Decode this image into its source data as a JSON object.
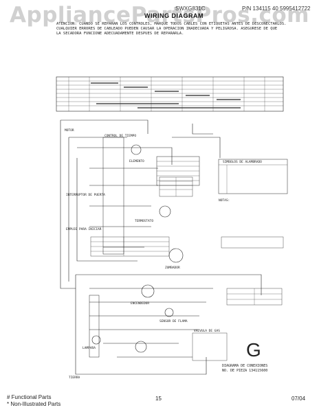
{
  "watermark": "AppliancePartsPros.com",
  "header": {
    "model": "SWXG831C",
    "part_ref": "P/N 134115 40  5995412722",
    "title": "WIRING DIAGRAM"
  },
  "warning_text": "ATENCION: CUANDO SE REPARAN LOS CONTROLES, MARQUE TODOS CABLES CON ETIQUETAS ANTES DE DESCONECTARLOS.\nCUALQUIER ERRORES DE CABLEADO PUEDEN CAUSAR LA OPERACION INADECUADA Y PELIGROSA. ASEGURESE DE QUE\nLA SECADORA FUNCIONE ADECUADAMENTE DESPUES DE REPARARLA.",
  "labels": {
    "motor": "MOTOR",
    "timer": "CONTROL DE TIEMPO",
    "heater": "ELEMENTO",
    "door_switch": "INTERRUPTOR DE PUERTA",
    "thermostat": "TERMOSTATO",
    "push_to_start": "EMPUJE PARA INICIAR",
    "buzzer": "ZUMBADOR",
    "gas_valve": "VALVULA DE GAS",
    "igniter": "ENCENDEDOR",
    "sensor": "SENSOR DE FLAMA",
    "drum_lamp": "LAMPARA",
    "ground": "TIERRA"
  },
  "symbols_title": "SIMBOLOS DE ALAMBRADO",
  "notes_title": "NOTAS:",
  "g_label": "G",
  "g_note": "DIAGRAMA DE CONEXIONES\nNO. DE PIEZA 134115600",
  "footer": {
    "left_line1": "# Functional Parts",
    "left_line2": "* Non-Illustrated Parts",
    "page": "15",
    "date": "07/04"
  }
}
